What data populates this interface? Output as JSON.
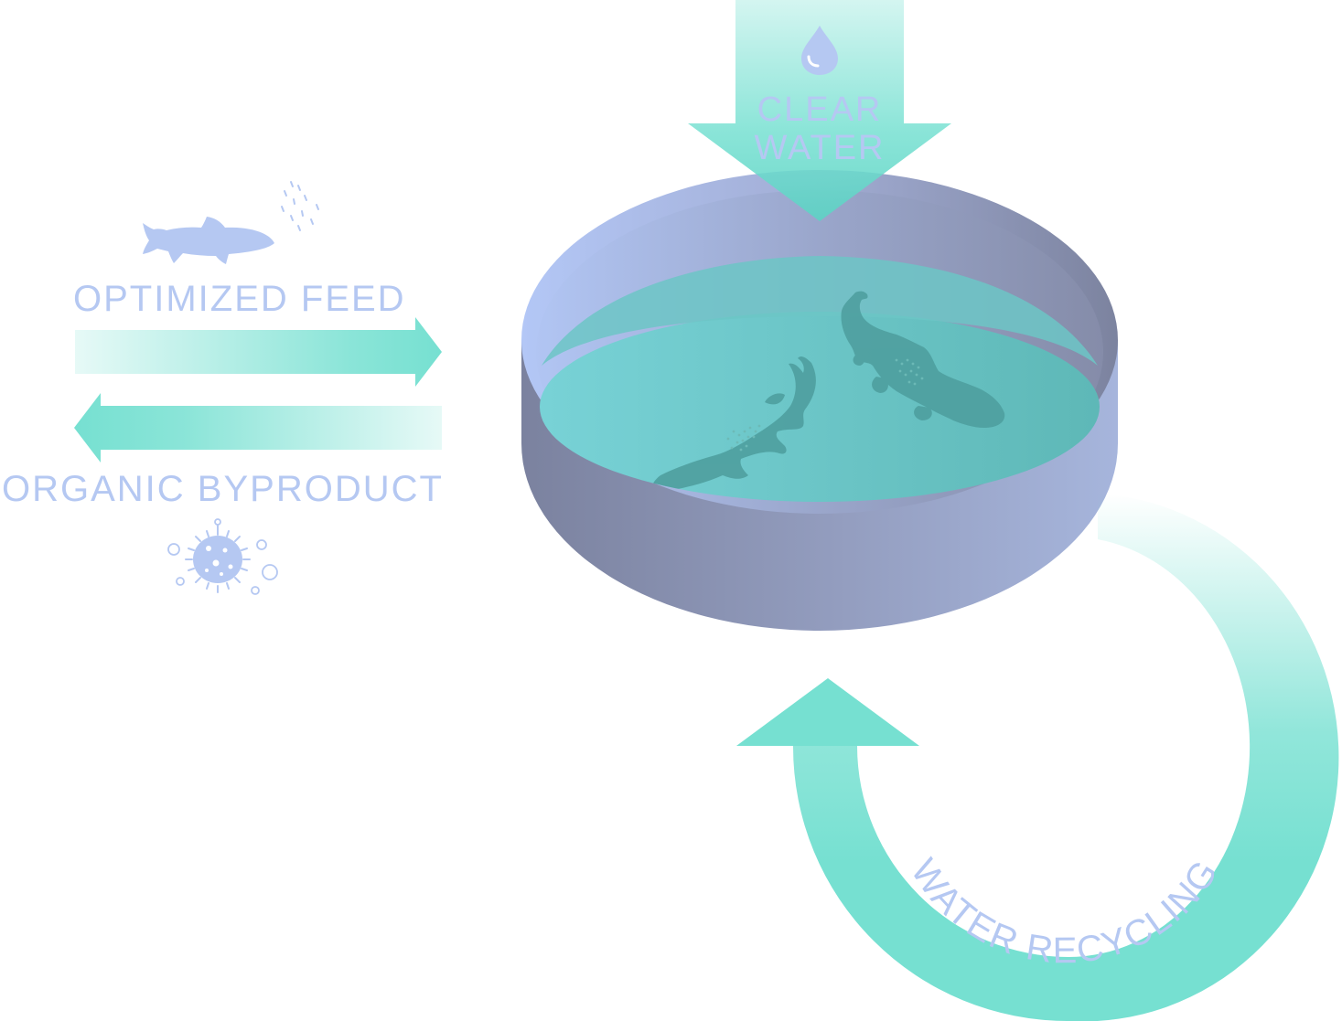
{
  "labels": {
    "optimized_feed": "OPTIMIZED FEED",
    "organic_byproduct": "ORGANIC BYPRODUCT",
    "clear_water_line1": "CLEAR",
    "clear_water_line2": "WATER",
    "water_recycling": "WATER RECYCLING"
  },
  "colors": {
    "label": "#b5c8f2",
    "arrow_green": "#76e0d1",
    "tank_rim_light": "#b1c5f5",
    "tank_rim_dark": "#8189a8",
    "tank_wall": "#8a92b4",
    "water": "#6ccac9",
    "fish": "#4fa3a2"
  },
  "icons": {
    "feed": "fish-with-pellets-icon",
    "byproduct": "bacteria-icon",
    "clear_water": "water-drop-icon"
  }
}
